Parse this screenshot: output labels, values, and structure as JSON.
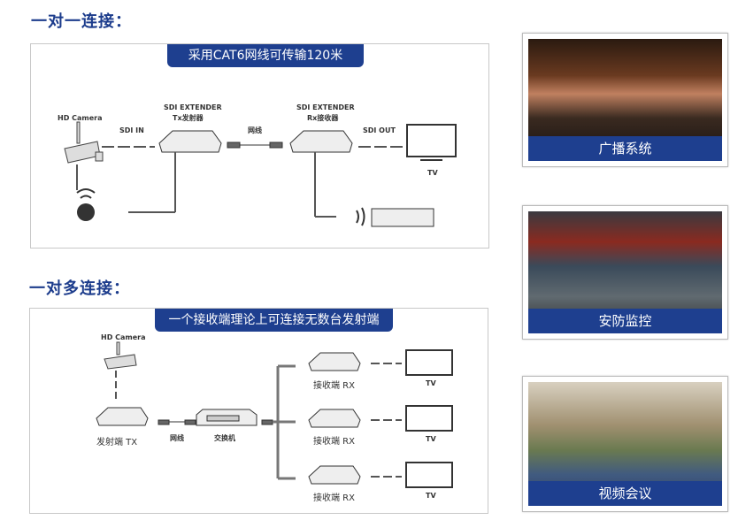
{
  "section1": {
    "title": "一对一连接：",
    "banner": "采用CAT6网线可传输120米",
    "labels": {
      "camera": "HD Camera",
      "sdi_in": "SDI IN",
      "tx_line1": "SDI EXTENDER",
      "tx_line2": "Tx发射器",
      "cable": "网线",
      "rx_line1": "SDI EXTENDER",
      "rx_line2": "Rx接收器",
      "sdi_out": "SDI OUT",
      "tv": "TV"
    }
  },
  "section2": {
    "title": "一对多连接：",
    "banner": "一个接收端理论上可连接无数台发射端",
    "labels": {
      "camera": "HD Camera",
      "tx": "发射端 TX",
      "cable": "网线",
      "switch": "交换机",
      "rx": "接收端 RX",
      "tv": "TV"
    }
  },
  "applications": [
    {
      "caption": "广播系统"
    },
    {
      "caption": "安防监控"
    },
    {
      "caption": "视频会议"
    }
  ]
}
